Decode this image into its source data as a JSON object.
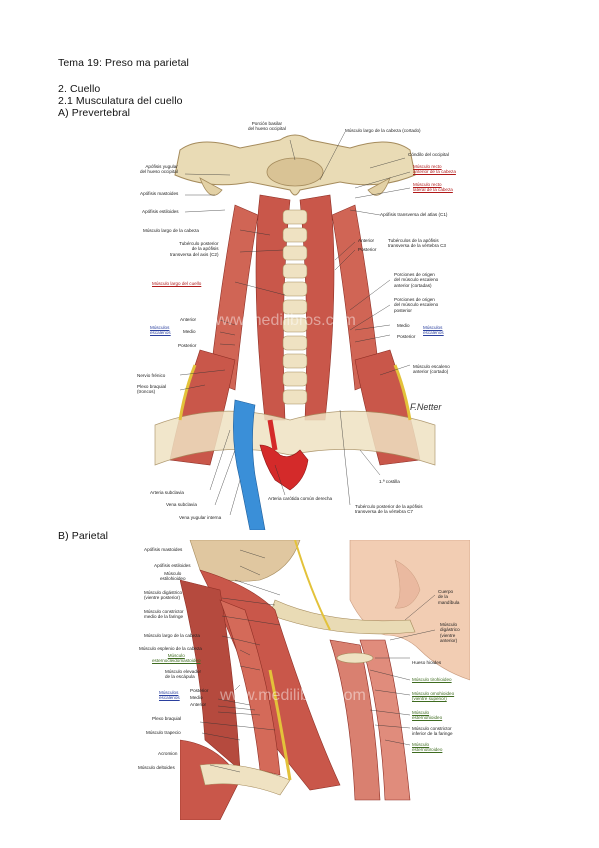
{
  "header": {
    "tema": "Tema 19: Preso ma parietal",
    "section": "2. Cuello",
    "subsection": "2.1 Musculatura del cuello",
    "part_a": "A)   Prevertebral",
    "part_b": "B)   Parietal"
  },
  "figure_a": {
    "watermark": "www.medilibros.com",
    "signature": "F.Netter",
    "labels": {
      "porcion_basilar": "Porción basilar\ndel hueso occipital",
      "largo_cabeza_cortado": "Músculo largo de la cabeza (cortado)",
      "condilo": "Cóndilo del occipital",
      "recto_anterior": "Músculo recto\nanterior de la cabeza",
      "recto_lateral": "Músculo recto\nlateral de la cabeza",
      "apofisis_yugular": "Apófisis yugular\ndel hueso occipital",
      "apofisis_mastoides": "Apófisis mastoides",
      "apofisis_estiloides": "Apófisis estiloides",
      "transversa_atlas": "Apófisis transversa del atlas (C1)",
      "largo_cabeza": "Músculo largo de la cabeza",
      "tuberculo_c2": "Tubérculo posterior\nde la apófisis\ntransversa del axis (C2)",
      "anterior_c3": "Anterior",
      "posterior_c3": "Posterior",
      "tuberculos_c3": "Tubérculos de la apófisis\ntransversa de la vértebra C3",
      "largo_cuello": "Músculo largo del cuello",
      "porciones_anterior": "Porciones de origen\ndel músculo escaleno\nanterior (cortadas)",
      "porciones_posterior": "Porciones de origen\ndel músculo escaleno\nposterior",
      "left_anterior": "Anterior",
      "left_medio": "Medio",
      "left_posterior": "Posterior",
      "musculos_escalenos_left": "Músculos\nescalenos",
      "right_medio": "Medio",
      "right_posterior": "Posterior",
      "musculos_escalenos_right": "Músculos\nescalenos",
      "nervio_frenico": "Nervio frénico",
      "plexo_braquial": "Plexo braquial\n(troncos)",
      "escaleno_anterior_cortado": "Músculo escaleno\nanterior (cortado)",
      "primera_costilla": "1.ª costilla",
      "arteria_subclavia": "Arteria subclavia",
      "vena_subclavia": "Vena subclavia",
      "vena_yugular": "Vena yugular interna",
      "carotida": "Arteria carótida común derecha",
      "tuberculo_c7": "Tubérculo posterior de la apófisis\ntransversa de la vértebra C7"
    }
  },
  "figure_b": {
    "watermark": "www.medilibros.com",
    "labels": {
      "apofisis_mastoides": "Apófisis mastoides",
      "apofisis_estiloides": "Apófisis estiloides",
      "estilohioideo": "Músculo\nestilohioideo",
      "digastrico_post": "Músculo digástrico\n(vientre posterior)",
      "constrictor_medio": "Músculo constrictor\nmedio de la faringe",
      "largo_cabeza": "Músculo largo de la cabeza",
      "esplenio": "Músculo esplenio de la cabeza",
      "esternocleido": "Músculo\nesternocleidomastoideo",
      "elevador": "Músculo elevador\nde la escápula",
      "posterior": "Posterior",
      "medio": "Medio",
      "anterior": "Anterior",
      "musculos_escalenos": "Músculos\nescalenos",
      "plexo_braquial": "Plexo braquial",
      "trapecio": "Músculo trapecio",
      "acromion": "Acromion",
      "deltoides": "Músculo deltoides",
      "cuerpo_mandibula": "Cuerpo\nde la\nmandíbula",
      "digastrico_ant": "Músculo\ndigástrico\n(vientre\nanterior)",
      "hioides": "Hueso hioides",
      "tirohioideo": "Músculo tirohioideo",
      "omohioideo": "Músculo omohioideo\n(vientre superior)",
      "esternohioideo": "Músculo\nesternohioideo",
      "constrictor_inferior": "Músculo constrictor\ninferior de la faringe",
      "esternotiroideo": "Músculo\nesternotiroideo"
    }
  },
  "colors": {
    "muscle": "#c9574a",
    "muscle_light": "#e08c7c",
    "bone": "#e8d8b0",
    "artery": "#d42a2a",
    "vein": "#3a8fd8",
    "nerve": "#e3c23a",
    "skin": "#f2cdb3"
  }
}
